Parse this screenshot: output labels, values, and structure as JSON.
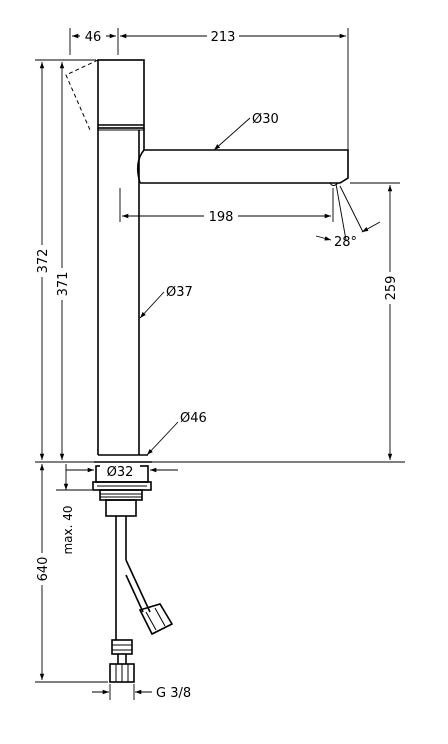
{
  "dimensions": {
    "top_width": "46",
    "spout_reach": "213",
    "spout_diameter": "Ø30",
    "spout_inner": "198",
    "spout_angle": "28°",
    "total_height": "372",
    "body_height": "371",
    "outlet_height": "259",
    "body_diameter": "Ø37",
    "base_diameter": "Ø46",
    "mount_diameter": "Ø32",
    "max_thickness": "max. 40",
    "hose_length": "640",
    "connection": "G 3/8"
  }
}
